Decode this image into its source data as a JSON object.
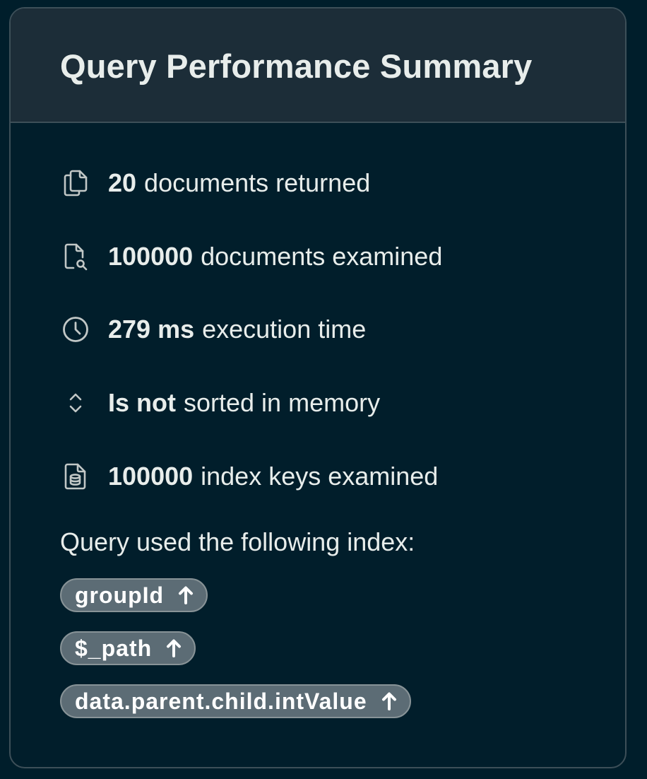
{
  "panel": {
    "title": "Query Performance Summary"
  },
  "stats": [
    {
      "icon": "documents-icon",
      "value": "20",
      "label": "documents returned"
    },
    {
      "icon": "document-search-icon",
      "value": "100000",
      "label": "documents examined"
    },
    {
      "icon": "clock-icon",
      "value": "279 ms",
      "label": "execution time"
    },
    {
      "icon": "sort-icon",
      "value": "Is not",
      "label": "sorted in memory"
    },
    {
      "icon": "document-database-icon",
      "value": "100000",
      "label": "index keys examined"
    }
  ],
  "index_section": {
    "heading": "Query used the following index:",
    "fields": [
      {
        "name": "groupId",
        "direction_icon": "arrow-up-icon"
      },
      {
        "name": "$_path",
        "direction_icon": "arrow-up-icon"
      },
      {
        "name": "data.parent.child.intValue",
        "direction_icon": "arrow-up-icon"
      }
    ]
  },
  "colors": {
    "background": "#001e2b",
    "header_background": "#1c2d38",
    "border": "#3d4f58",
    "text": "#e8edeb",
    "icon": "#c1c7c6",
    "badge_background": "#5c6c75",
    "badge_border": "#889397"
  }
}
